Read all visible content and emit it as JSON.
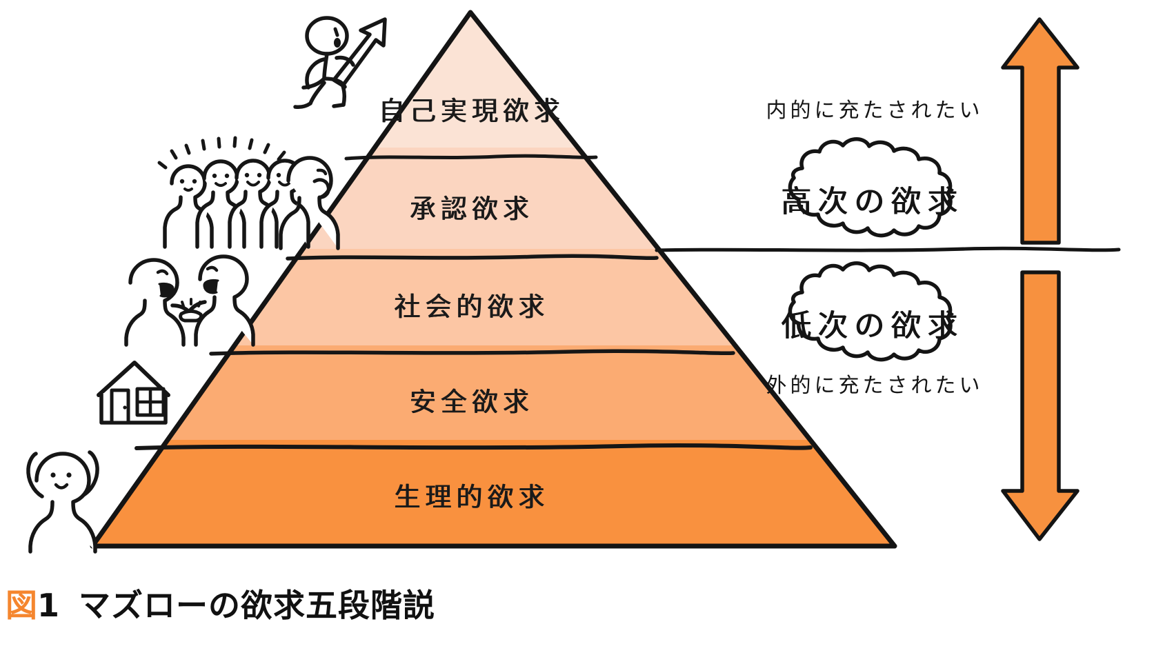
{
  "figure": {
    "caption_prefix_label": "図",
    "caption_number": "1",
    "caption_title": "マズローの欲求五段階説"
  },
  "pyramid": {
    "name": "maslow-hierarchy-of-needs-pyramid",
    "tiers": [
      {
        "id": "self-actualization",
        "label": "自己実現欲求",
        "color": "#fbe3d5",
        "level": 5
      },
      {
        "id": "esteem",
        "label": "承認欲求",
        "color": "#fbd5c0",
        "level": 4
      },
      {
        "id": "social",
        "label": "社会的欲求",
        "color": "#fcc6a4",
        "level": 3
      },
      {
        "id": "safety",
        "label": "安全欲求",
        "color": "#fbab72",
        "level": 2
      },
      {
        "id": "physiological",
        "label": "生理的欲求",
        "color": "#f9913f",
        "level": 1
      }
    ]
  },
  "annotations": {
    "upper_note": "内的に充たされたい",
    "upper_cloud": "高次の欲求",
    "lower_cloud": "低次の欲求",
    "lower_note": "外的に充たされたい"
  },
  "icons": {
    "climbing_person": "climbing-person-icon",
    "arrow_up_sketch": "sketch-arrow-up-icon",
    "crowd_praise": "crowd-praising-icon",
    "handshake_pair": "handshake-people-icon",
    "house": "house-icon",
    "cheering_person": "cheering-person-icon",
    "arrow_up": "orange-arrow-up-icon",
    "arrow_down": "orange-arrow-down-icon",
    "divider": "horizontal-divider"
  },
  "colors": {
    "accent_orange": "#F5862E",
    "arrow_fill": "#F7913F",
    "ink": "#141414"
  },
  "chart_data": {
    "type": "pyramid",
    "title": "マズローの欲求五段階説",
    "categories": [
      "生理的欲求",
      "安全欲求",
      "社会的欲求",
      "承認欲求",
      "自己実現欲求"
    ],
    "values": [
      5,
      4,
      3,
      2,
      1
    ],
    "grouping": [
      {
        "name": "低次の欲求",
        "members": [
          "生理的欲求",
          "安全欲求",
          "社会的欲求"
        ],
        "note": "外的に充たされたい"
      },
      {
        "name": "高次の欲求",
        "members": [
          "承認欲求",
          "自己実現欲求"
        ],
        "note": "内的に充たされたい"
      }
    ],
    "legend": "none",
    "grid": false
  }
}
